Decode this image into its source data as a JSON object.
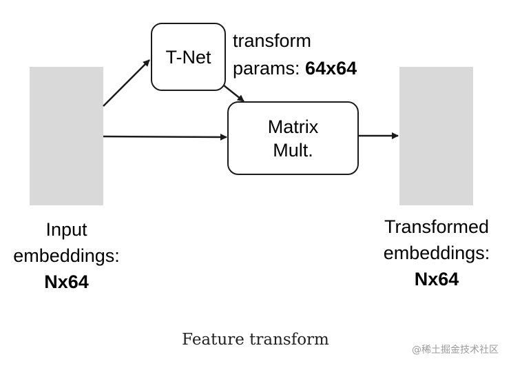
{
  "diagram": {
    "tnet_label": "T-Net",
    "params_line1": "transform",
    "params_line2_prefix": "params: ",
    "params_line2_value": "64x64",
    "matmul_line1": "Matrix",
    "matmul_line2": "Mult.",
    "input_line1": "Input",
    "input_line2": "embeddings:",
    "input_line3": "Nx64",
    "output_line1": "Transformed",
    "output_line2": "embeddings:",
    "output_line3": "Nx64"
  },
  "caption": "Feature transform",
  "watermark": "@稀土掘金技术社区",
  "colors": {
    "block_fill": "#d9d9d9",
    "stroke": "#1a1a1a"
  }
}
